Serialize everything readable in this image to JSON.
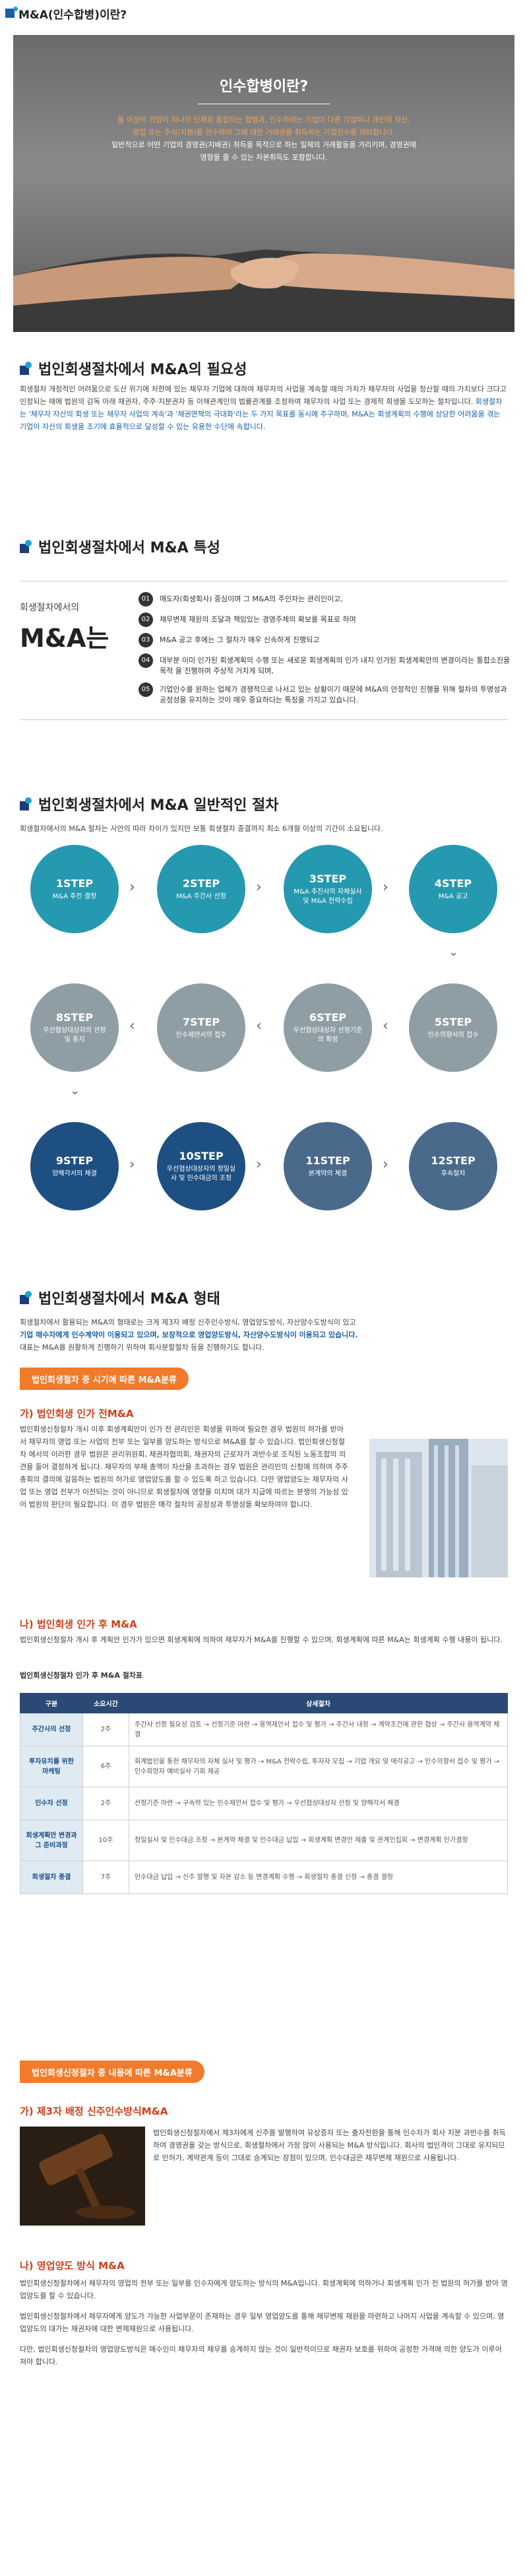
{
  "header": {
    "title": "M&A(인수합병)이란?"
  },
  "hero": {
    "title": "인수합병이란?",
    "desc1_orange": "둘 이상의 기업이 하나의 단체로 통합되는 합병과, 인수하려는 기업이 다른 기업이나 개인의 자산,",
    "desc2_orange": "영업 또는 주식(지분)을 인수하여 그에 대한 거래권을 취득하는 기업인수를 의미합니다.",
    "desc3": "일반적으로 어떤 기업의 경영권(지배권) 취득을 목적으로 하는 일체의 거래활동을 가리키며, 경영권에",
    "desc4": "영향을 줄 수 있는 자본취득도 포함합니다."
  },
  "sec1": {
    "title": "법인회생절차에서 M&A의 필요성",
    "body1": "회생절차 개정적인 어려움으로 도산 위기에 처한에 있는 채무자 기업에 대하여 채무자의 사업을 계속할 때의 가치가 채무자의 사업을 청산할 때의 가치보다 크다고 인정되는 때에 법원의 감독 아래 채권자, 주주·지분권자 등 이해관계인의 법률관계를 조정하여 채무자의 사업 또는 경제적 회생을 도모하는 절차입니다.",
    "body2": "회생절차는 '채무자 자산의 회생 또는 채무자 사업의 계속'과 '채권면책의 극대화'라는 두 가지 목표를 동시에 추구하며, M&A는 회생계획의 수행에 상당한 어려움을 겪는 기업이 자산의 회생을 조기에 효율적으로 달성할 수 있는 유용한 수단에 속합니다."
  },
  "sec2": {
    "title": "법인회생절차에서 M&A 특성",
    "left_small": "회생절차에서의",
    "left_big": "M&A는",
    "items": [
      {
        "num": "01",
        "text": "매도자(회생회사) 중심이며 그 M&A의 주인자는 관리인이고,"
      },
      {
        "num": "02",
        "text": "채무변제 재원의 조달과 책임있는 경영주체의 확보를 목표로 하며"
      },
      {
        "num": "03",
        "text": "M&A 공고 후에는 그 절차가 매우 신속하게 진행되고"
      },
      {
        "num": "04",
        "text": "대부분 이미 인가된 회생계획의 수행 또는 새로운 회생계획의 인가 내지 인가된 회생계획안의 변경이라는 통합소진을 목적 을 진행하며 주상적 거치게 되며,"
      },
      {
        "num": "05",
        "text": "기업인수를 원하는 업체가 경쟁적으로 나서고 있는 상황이기 때문에 M&A의 안정적인 진행을 위해 절차의 투명성과 공정성을 유지하는 것이 매우 중요하다는 특징을 가지고 있습니다."
      }
    ]
  },
  "sec3": {
    "title": "법인회생절차에서 M&A 일반적인 절차",
    "body": "회생절차에서의 M&A 절차는 사안의 따라 차이가 있지만 보통 회생절차 종결까지 최소 6개월 이상의 기간이 소요됩니다.",
    "steps": [
      {
        "s": "1STEP",
        "l": "M&A 추진 결정"
      },
      {
        "s": "2STEP",
        "l": "M&A 주간사 선정"
      },
      {
        "s": "3STEP",
        "l": "M&A 추진사의 자체실사 및 M&A 전략수립"
      },
      {
        "s": "4STEP",
        "l": "M&A 공고"
      },
      {
        "s": "5STEP",
        "l": "인수의향서의 접수"
      },
      {
        "s": "6STEP",
        "l": "우선협상대상자 선정기준의 확정"
      },
      {
        "s": "7STEP",
        "l": "인수제안서의 접수"
      },
      {
        "s": "8STEP",
        "l": "우선협상대상자의 선정 및 통지"
      },
      {
        "s": "9STEP",
        "l": "양해각서의 체결"
      },
      {
        "s": "10STEP",
        "l": "우선협상대상자의 정밀실사 및 인수대금의 조정"
      },
      {
        "s": "11STEP",
        "l": "본계약의 체결"
      },
      {
        "s": "12STEP",
        "l": "후속절차"
      }
    ]
  },
  "sec4": {
    "title": "법인회생절차에서 M&A 형태",
    "body1": "회생절차에서 활용되는 M&A의 형태로는 크게 제3자 배정 신주인수방식, 영업양도방식, 자산양수도방식이 있고",
    "body2": "기업 매수자에게 인수계약이 이용되고 있으며, 보장적으로 영업양도방식, 자산양수도방식이 이용되고 있습니다.",
    "body3": "대표는 M&A를 원활하게 진행하기 위하여 회사분할절차 등을 진행하기도 합니다.",
    "banner1": "법인회생절차 중 시기에 따른 M&A분류",
    "a_title": "가) 법인회생 인가 전M&A",
    "a_body": "법인회생신청절차 개시 이후 회생계획안이 인가 전 관리인은 회생을 위하여 필요한 경우 법원의 허가를 받아서 채무자의 영업 또는 사업의 전부 또는 일부를 양도하는 방식으로 M&A를 할 수 있습니다. 법인회생신청절차 에서의 이러한 경우 법원은 관리위원회, 채권자협의회, 채권자의 근로자가 과반수로 조직된 노동조합의 의견을 들어 결정하게 됩니다. 채무자의 부채 총액이 자산을 초과하는 경우 법원은 관리인의 신청에 의하여 주주총회의 결의에 갈음하는 법원의 허가로 영업양도를 할 수 있도록 하고 있습니다. 다만 영업양도는 채무자의 사업 또는 영업 전부가 이전되는 것이 아니므로 회생절차에 영향을 미치며 대가 지급에 따르는 분쟁의 가능성 있어 법원의 판단이 필요합니다. 이 경우 법원은 매각 절차의 공정성과 투명성을 확보하여야 합니다.",
    "b_title": "나) 법인회생 인가 후 M&A",
    "b_body": "법인회생신청절차 개시 후 계획안 인가가 있으면 회생계획에 의하여 채무자가 M&A를 진행할 수 있으며, 회생계획에 따른 M&A는 회생계획 수행 내용이 됩니다.",
    "table_caption": "법인회생신청절차 인가 후 M&A 절차표",
    "table_headers": [
      "구분",
      "소요시간",
      "상세절차"
    ],
    "table_rows": [
      {
        "cat": "주간사의 선정",
        "per": "2주",
        "desc": "주간사 선정 필요성 검토 → 선정기준 마련 → 용역제안서 접수 및 평가 → 주간사 내정 → 계약조건에 관한 협상 → 주간사 용역계약 체결"
      },
      {
        "cat": "투자유치를 위한 마케팅",
        "per": "6주",
        "desc": "회계법인을 통한 채무자의 자체 실사 및 평가 → M&A 전략수립, 투자자 모집 → 기업 개요 및 매각공고 → 인수의향서 접수 및 평가 → 인수희망자 예비실사 기회 제공"
      },
      {
        "cat": "인수자 선정",
        "per": "2주",
        "desc": "선정기준 마련 → 구속력 있는 인수제안서 접수 및 평가 → 우선협상대상자 선정 및 양해각서 체결"
      },
      {
        "cat": "회생계획안 변경과 그 준비과정",
        "per": "10주",
        "desc": "정밀실사 및 인수대금 조정 → 본계약 체결 및 인수대금 납입 → 회생계획 변경안 제출 및 관계인집회 → 변경계획 인가결정"
      },
      {
        "cat": "회생절차 종결",
        "per": "7주",
        "desc": "인수대금 납입 → 신주 발행 및 자본 감소 등 변경계획 수행 → 회생절차 종결 신청 → 종결 결정"
      }
    ],
    "banner2": "법인회생신청절차 중 내용에 따른 M&A분류",
    "c_title": "가) 제3자 배정 신주인수방식M&A",
    "c_body": "법인회생신청절차에서 제3자에게 신주를 발행하여 유상증자 또는 출자전환을 통해 인수자가 회사 지분 과반수를 취득하여 경영권을 갖는 방식으로, 회생절차에서 가장 많이 사용되는 M&A 방식입니다. 회사의 법인격이 그대로 유지되므로 인허가, 계약관계 등이 그대로 승계되는 장점이 있으며, 인수대금은 채무변제 재원으로 사용됩니다.",
    "d_title": "나) 영업양도 방식 M&A",
    "d_body1": "법인회생신청절차에서 채무자의 영업의 전부 또는 일부를 인수자에게 양도하는 방식의 M&A입니다. 회생계획에 의하거나 회생계획 인가 전 법원의 허가를 받아 영업양도를 할 수 있습니다.",
    "d_body2": "법인회생신청절차에서 채무자에게 양도가 가능한 사업부문이 존재하는 경우 일부 영업양도를 통해 채무변제 재원을 마련하고 나머지 사업을 계속할 수 있으며, 영업양도의 대가는 채권자에 대한 변제재원으로 사용됩니다.",
    "d_body3": "다만, 법인회생신청절차의 영업양도방식은 매수인이 채무자의 채무를 승계하지 않는 것이 일반적이므로 채권자 보호를 위하여 공정한 가격에 의한 양도가 이루어져야 합니다."
  }
}
